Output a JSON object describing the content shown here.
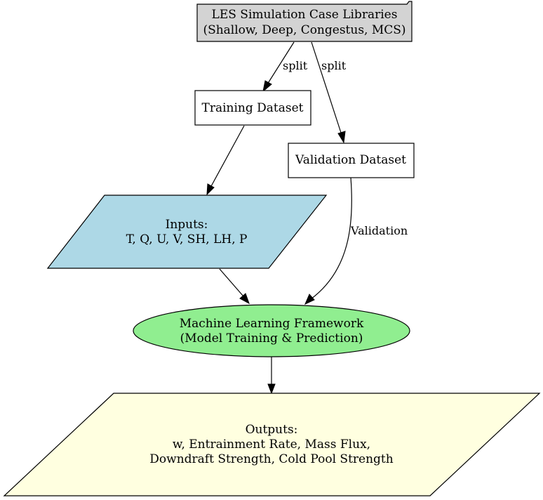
{
  "nodes": {
    "les_library": {
      "line1": "LES Simulation Case Libraries",
      "line2": "(Shallow, Deep, Congestus, MCS)",
      "fill": "#d3d3d3"
    },
    "training": {
      "line1": "Training Dataset",
      "fill": "#ffffff"
    },
    "validation": {
      "line1": "Validation Dataset",
      "fill": "#ffffff"
    },
    "inputs": {
      "line1": "Inputs:",
      "line2": "T, Q, U, V, SH, LH, P",
      "fill": "#add8e6"
    },
    "ml_framework": {
      "line1": "Machine Learning Framework",
      "line2": "(Model Training & Prediction)",
      "fill": "#90ee90"
    },
    "outputs": {
      "line1": "Outputs:",
      "line2": "w, Entrainment Rate, Mass Flux,",
      "line3": "Downdraft Strength, Cold Pool Strength",
      "fill": "#ffffe0"
    }
  },
  "edges": {
    "split_training": "split",
    "split_validation": "split",
    "validation_to_ml": "Validation"
  }
}
